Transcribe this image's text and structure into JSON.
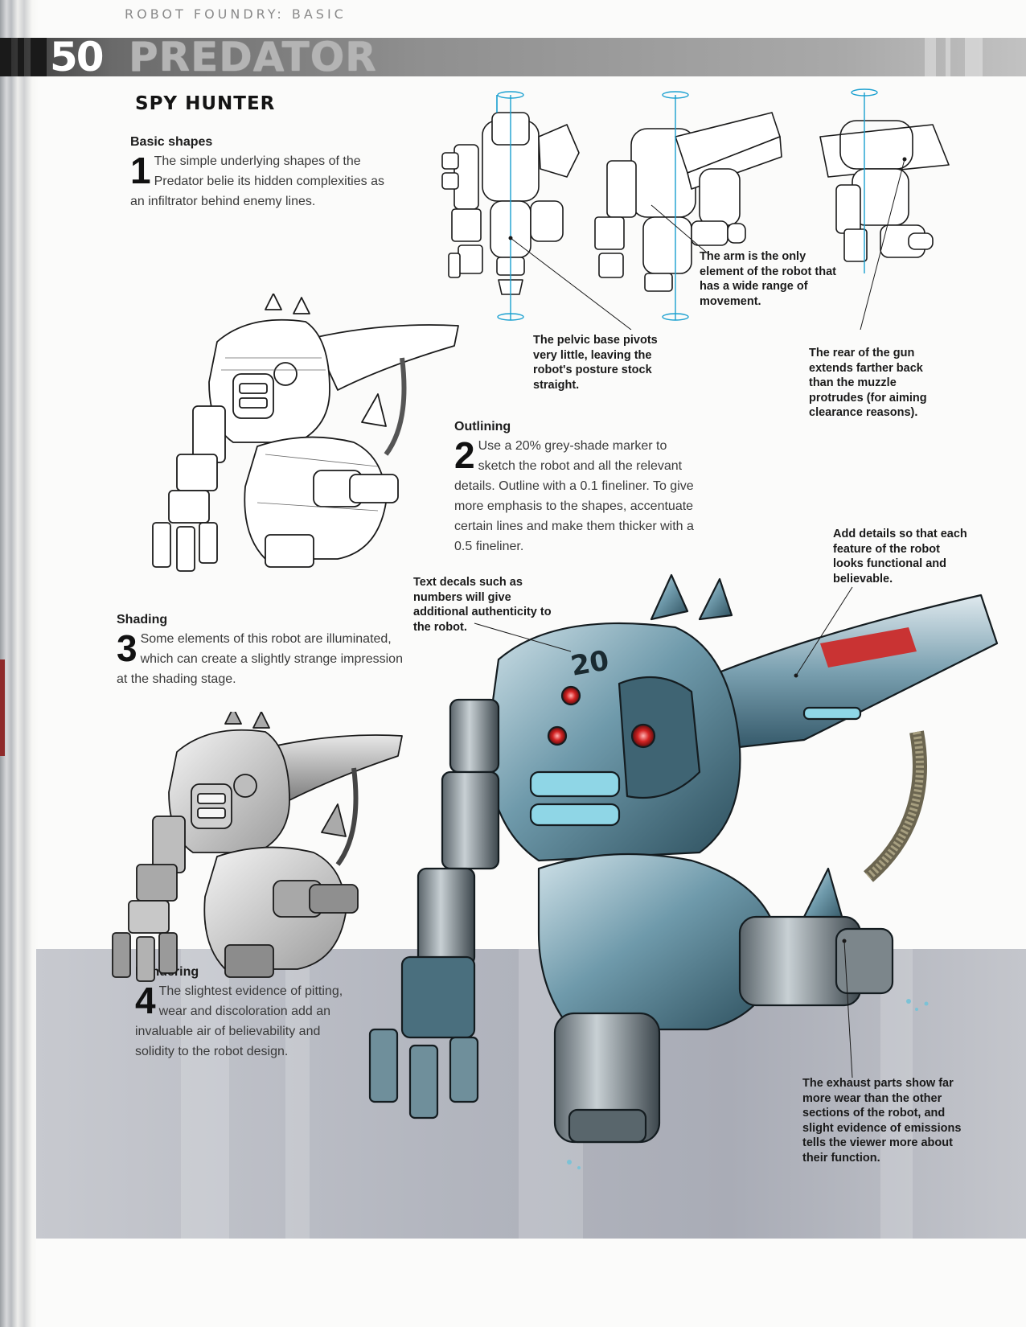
{
  "running_head": "ROBOT FOUNDRY: BASIC",
  "chapter": {
    "number": "50",
    "title": "PREDATOR"
  },
  "section_title": "SPY HUNTER",
  "steps": [
    {
      "number": "1",
      "heading": "Basic shapes",
      "text": "The simple underlying shapes of the Predator belie its hidden complexities as an infiltrator behind enemy lines."
    },
    {
      "number": "2",
      "heading": "Outlining",
      "text": "Use a 20% grey-shade marker to sketch the robot and all the relevant details. Outline with a 0.1 fineliner. To give more emphasis to the shapes, accentuate certain lines and make them thicker with a 0.5 fineliner."
    },
    {
      "number": "3",
      "heading": "Shading",
      "text": "Some elements of this robot are illuminated, which can create a slightly strange impression at the shading stage."
    },
    {
      "number": "4",
      "heading": "Rendering",
      "text": "The slightest evidence of pitting, wear and discoloration add an invaluable air of believability and solidity to the robot design."
    }
  ],
  "callouts": {
    "pelvic": "The pelvic base pivots very little, leaving the robot's posture stock straight.",
    "arm": "The arm is the only element of the robot that has a wide range of movement.",
    "gun": "The rear of the gun extends farther back than the muzzle protrudes (for aiming clearance reasons).",
    "details": "Add details so that each feature of the robot looks functional and believable.",
    "decals": "Text decals such as numbers will give additional authenticity to the robot.",
    "exhaust": "The exhaust parts show far more wear than the other sections of the robot, and slight evidence of emissions tells the viewer more about their function."
  },
  "robot_decal": "20",
  "colors": {
    "title_bar": "#6a6a6a",
    "render_band": "#b3b6bf",
    "robot_body": "#4f7d90",
    "robot_light": "#8fd6e6",
    "accent_red": "#c93333"
  }
}
